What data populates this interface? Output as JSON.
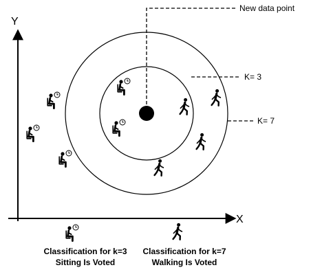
{
  "axes": {
    "y_label": "Y",
    "x_label": "X"
  },
  "annotations": {
    "new_point": "New data point",
    "k3": "K= 3",
    "k7": "K= 7"
  },
  "captions": {
    "left_line1": "Classification for  k=3",
    "left_line2": "Sitting Is Voted",
    "right_line1": "Classification for  k=7",
    "right_line2": "Walking Is Voted"
  },
  "icons": {
    "sitting": "sitting-person-with-clock-icon",
    "walking": "walking-person-icon"
  },
  "colors": {
    "ink": "#000000",
    "background": "#ffffff"
  }
}
